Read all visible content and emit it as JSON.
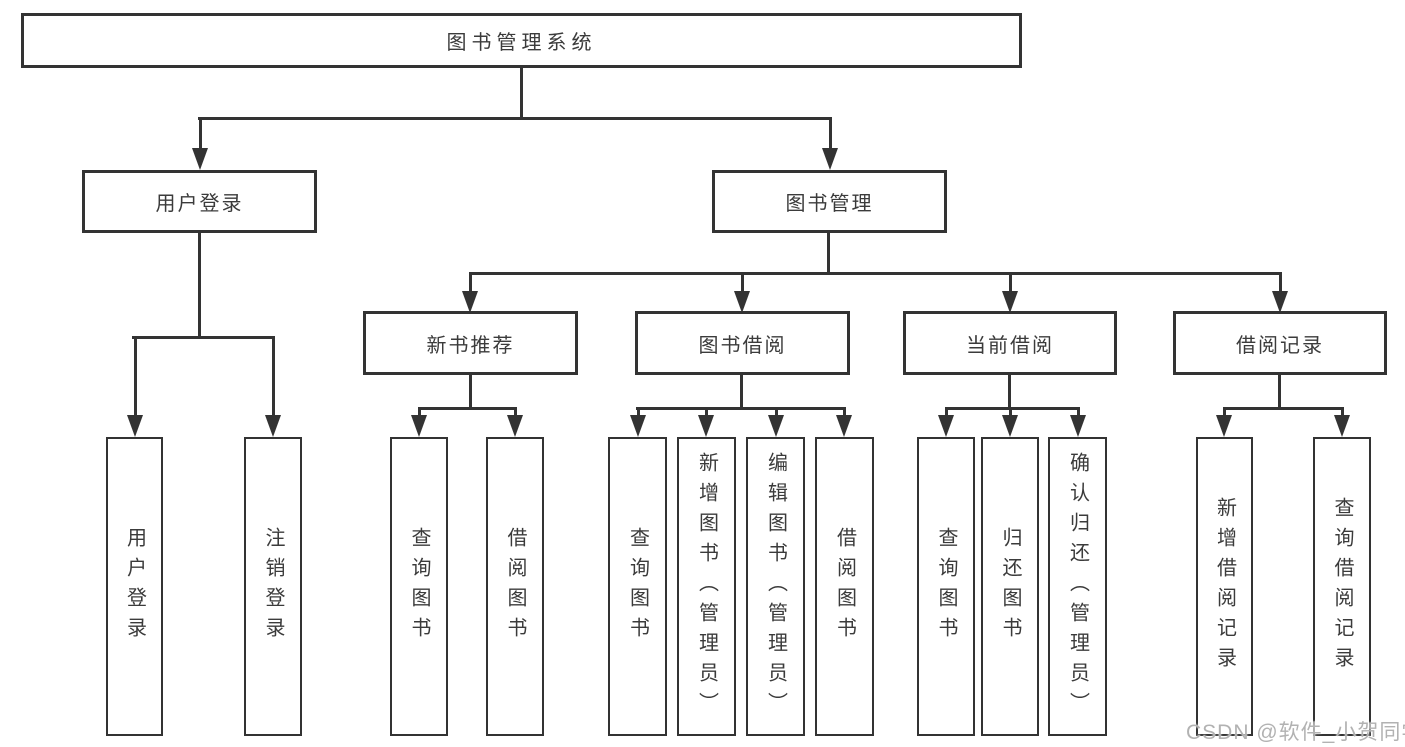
{
  "tree": {
    "root": "图书管理系统",
    "children": [
      {
        "label": "用户登录",
        "children": [
          "用户登录",
          "注销登录"
        ]
      },
      {
        "label": "图书管理",
        "children": [
          {
            "label": "新书推荐",
            "children": [
              "查询图书",
              "借阅图书"
            ]
          },
          {
            "label": "图书借阅",
            "children": [
              "查询图书",
              "新增图书（管理员）",
              "编辑图书（管理员）",
              "借阅图书"
            ]
          },
          {
            "label": "当前借阅",
            "children": [
              "查询图书",
              "归还图书",
              "确认归还（管理员）"
            ]
          },
          {
            "label": "借阅记录",
            "children": [
              "新增借阅记录",
              "查询借阅记录"
            ]
          }
        ]
      }
    ]
  },
  "watermark": {
    "text": "CSDN @软件_小贺同学"
  },
  "colors": {
    "line": "#333333",
    "box_border": "#333333",
    "text": "#3b3b3b",
    "watermark": "#b2b2b2",
    "background": "#ffffff"
  }
}
